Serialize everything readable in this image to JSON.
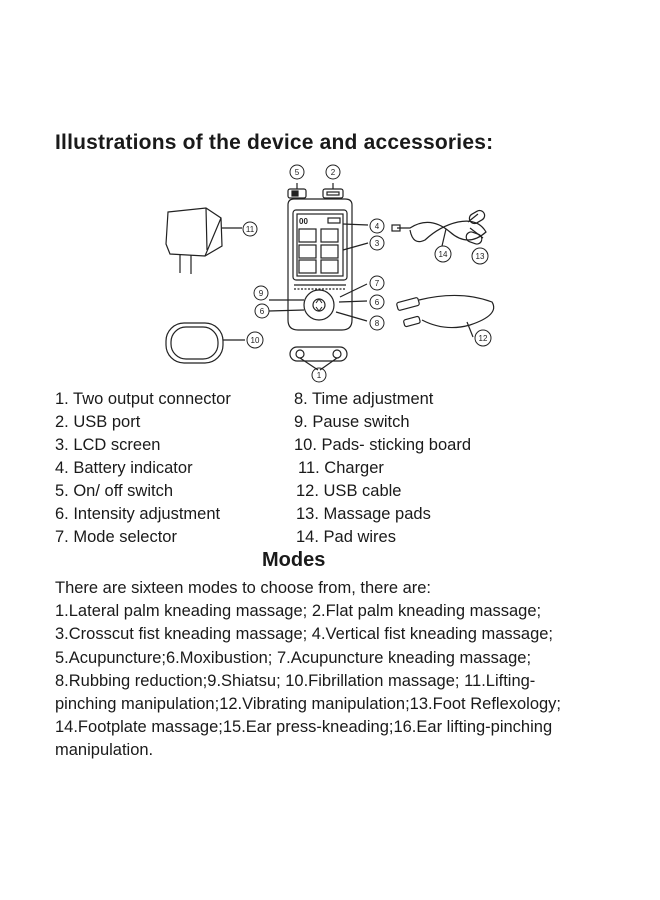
{
  "heading": "Illustrations of the device and accessories:",
  "figure": {
    "callouts": [
      "1",
      "2",
      "3",
      "4",
      "5",
      "6",
      "7",
      "8",
      "9",
      "10",
      "11",
      "12",
      "13",
      "14"
    ],
    "screen_text": "00"
  },
  "parts_left": [
    "1. Two output connector",
    "2. USB port",
    "3. LCD screen",
    "4. Battery indicator",
    "5. On/ off switch",
    "6. Intensity adjustment",
    "7. Mode selector"
  ],
  "parts_right": [
    "8. Time adjustment",
    "9. Pause switch",
    "10. Pads- sticking board",
    "11. Charger",
    "12. USB cable",
    "13. Massage pads",
    "14. Pad wires"
  ],
  "modes": {
    "heading": "Modes",
    "lines": [
      "There are sixteen modes to choose from, there are:",
      "1.Lateral palm kneading massage;   2.Flat palm kneading massage;",
      "3.Crosscut fist kneading massage;   4.Vertical fist kneading massage;",
      "5.Acupuncture;6.Moxibustion;   7.Acupuncture kneading massage;",
      "8.Rubbing reduction;9.Shiatsu;   10.Fibrillation massage;   11.Lifting-",
      "pinching manipulation;12.Vibrating manipulation;13.Foot Reflexology;",
      "14.Footplate massage;15.Ear press-kneading;16.Ear lifting-pinching",
      "manipulation."
    ]
  }
}
